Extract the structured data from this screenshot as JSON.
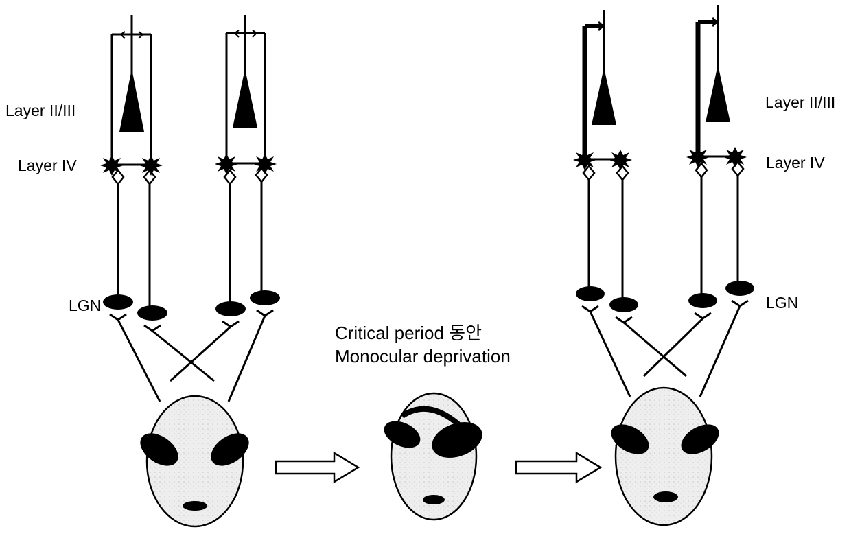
{
  "labels": {
    "left_layer23": "Layer II/III",
    "left_layer4": "Layer IV",
    "left_lgn": "LGN",
    "right_layer23": "Layer II/III",
    "right_layer4": "Layer IV",
    "right_lgn": "LGN"
  },
  "caption": {
    "line1": "Critical period 동안",
    "line2": "Monocular deprivation"
  },
  "colors": {
    "ink": "#000000",
    "face_fill": "#eeeeee",
    "background": "#ffffff"
  }
}
